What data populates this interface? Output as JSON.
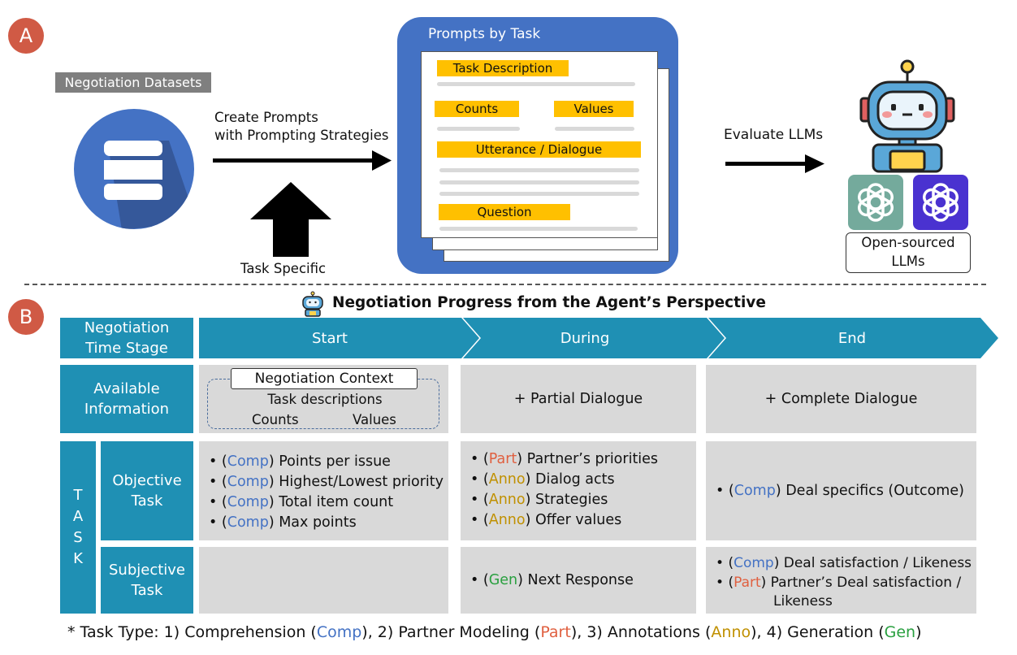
{
  "section_a": {
    "label": "A",
    "dataset_label": "Negotiation Datasets",
    "create_prompts_line1": "Create Prompts",
    "create_prompts_line2": "with Prompting Strategies",
    "task_specific": "Task Specific",
    "prompts_title": "Prompts by Task",
    "fields": {
      "task_description": "Task Description",
      "counts": "Counts",
      "values": "Values",
      "utterance": "Utterance / Dialogue",
      "question": "Question"
    },
    "evaluate": "Evaluate LLMs",
    "open_sourced_line1": "Open-sourced",
    "open_sourced_line2": "LLMs"
  },
  "section_b": {
    "label": "B",
    "title": "Negotiation Progress from the Agent’s Perspective",
    "row_headers": {
      "time_stage_line1": "Negotiation",
      "time_stage_line2": "Time Stage",
      "available_line1": "Available",
      "available_line2": "Information",
      "task_letters": [
        "T",
        "A",
        "S",
        "K"
      ],
      "objective_line1": "Objective",
      "objective_line2": "Task",
      "subjective_line1": "Subjective",
      "subjective_line2": "Task"
    },
    "stages": [
      "Start",
      "During",
      "End"
    ],
    "available": {
      "start_box_title": "Negotiation Context",
      "start_line1": "Task descriptions",
      "start_counts": "Counts",
      "start_values": "Values",
      "during": "+ Partial Dialogue",
      "end": "+ Complete Dialogue"
    },
    "objective": {
      "start": [
        {
          "tag": "Comp",
          "type": "comp",
          "text": "Points per issue"
        },
        {
          "tag": "Comp",
          "type": "comp",
          "text": "Highest/Lowest priority"
        },
        {
          "tag": "Comp",
          "type": "comp",
          "text": "Total item count"
        },
        {
          "tag": "Comp",
          "type": "comp",
          "text": "Max points"
        }
      ],
      "during": [
        {
          "tag": "Part",
          "type": "part",
          "text": "Partner’s priorities"
        },
        {
          "tag": "Anno",
          "type": "anno",
          "text": "Dialog acts"
        },
        {
          "tag": "Anno",
          "type": "anno",
          "text": "Strategies"
        },
        {
          "tag": "Anno",
          "type": "anno",
          "text": "Offer values"
        }
      ],
      "end": [
        {
          "tag": "Comp",
          "type": "comp",
          "text": "Deal specifics (Outcome)"
        }
      ]
    },
    "subjective": {
      "during": [
        {
          "tag": "Gen",
          "type": "gen",
          "text": "Next Response"
        }
      ],
      "end": [
        {
          "tag": "Comp",
          "type": "comp",
          "text": "Deal satisfaction / Likeness"
        },
        {
          "tag": "Part",
          "type": "part",
          "text": "Partner’s Deal satisfaction /"
        }
      ],
      "end_continuation": "Likeness"
    }
  },
  "footnote": {
    "prefix": "* Task Type: 1) Comprehension (",
    "comp": "Comp",
    "mid1": "), 2) Partner Modeling (",
    "part": "Part",
    "mid2": "), 3) Annotations (",
    "anno": "Anno",
    "mid3": "), 4) Generation (",
    "gen": "Gen",
    "suffix": ")"
  },
  "colors": {
    "teal": "#1f90b4",
    "gray": "#d9d9d9",
    "highlight": "#ffc000",
    "badge": "#d05a45",
    "prompt_panel": "#4472c4",
    "comp": "#4472c4",
    "part": "#e06040",
    "anno": "#c09000",
    "gen": "#2aa040"
  },
  "icons": [
    "database-icon",
    "robot-icon",
    "openai-logo-icon",
    "arrow-up-icon",
    "arrow-right-icon"
  ]
}
